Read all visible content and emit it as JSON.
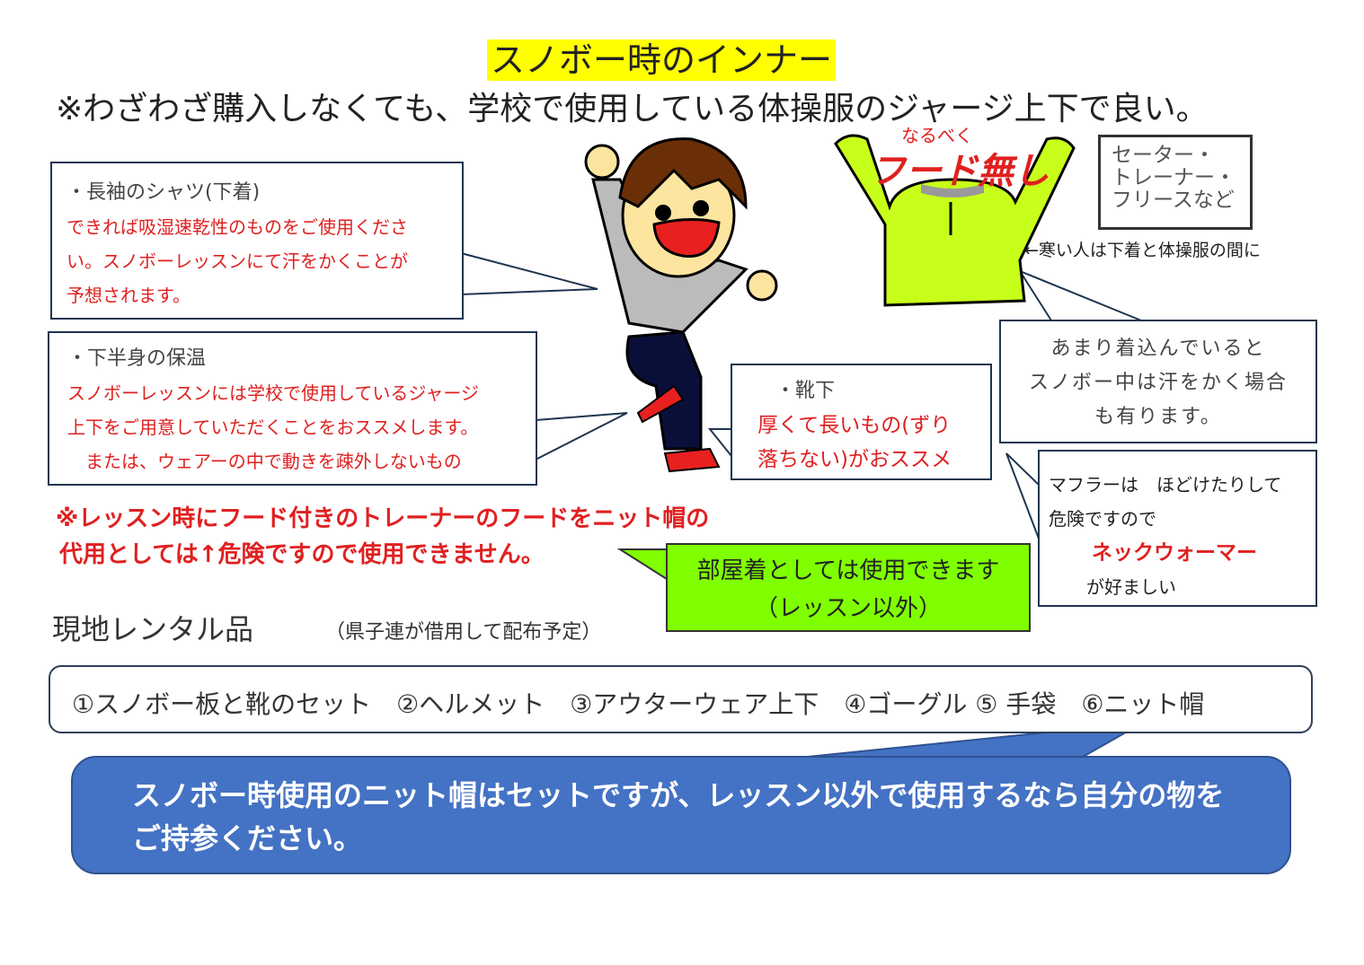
{
  "title": "スノボー時のインナー",
  "subtitle": "※わざわざ購入しなくても、学校で使用している体操服のジャージ上下で良い。",
  "shirt_box": {
    "heading": "・長袖のシャツ(下着)",
    "lines": [
      "できれば吸湿速乾性のものをご使用くださ",
      "い。スノボーレッスンにて汗をかくことが",
      "予想されます。"
    ]
  },
  "lower_box": {
    "heading": "・下半身の保温",
    "lines": [
      "スノボーレッスンには学校で使用しているジャージ",
      "上下をご用意していただくことをおススメします。",
      "　または、ウェアーの中で動きを疎外しないもの"
    ]
  },
  "socks_box": {
    "heading": "・靴下",
    "lines": [
      "厚くて長いもの(ずり",
      "落ちない)がおススメ"
    ]
  },
  "sweater": {
    "small": "なるべく",
    "big": "フード無し",
    "label_lines": [
      "セーター・",
      "トレーナー・",
      "フリースなど"
    ],
    "note": "←寒い人は下着と体操服の間に"
  },
  "sweat_box": {
    "lines": [
      "あまり着込んでいると",
      "スノボー中は汗をかく場合",
      "も有ります。"
    ]
  },
  "muffler_box": {
    "lines": [
      "マフラーは　ほどけたりして",
      "危険ですので"
    ],
    "red": "ネックウォーマー",
    "last": "が好ましい"
  },
  "warning": [
    "※レッスン時にフード付きのトレーナーのフードをニット帽の",
    "代用としては↑危険ですので使用できません。"
  ],
  "green_box": [
    "部屋着としては使用できます",
    "（レッスン以外）"
  ],
  "rental": {
    "heading": "現地レンタル品",
    "note": "（県子連が借用して配布予定）",
    "items": "①スノボー板と靴のセット　②ヘルメット　③アウターウェア上下　④ゴーグル ⑤ 手袋　⑥ニット帽"
  },
  "blue_box": [
    "スノボー時使用のニット帽はセットですが、レッスン以外で使用するなら自分の物を",
    "ご持参ください。"
  ],
  "colors": {
    "red": "#e02020",
    "green": "#7fff00",
    "blue": "#4472c4",
    "yellow": "#ffff00",
    "sweater": "#c8ff1a"
  }
}
